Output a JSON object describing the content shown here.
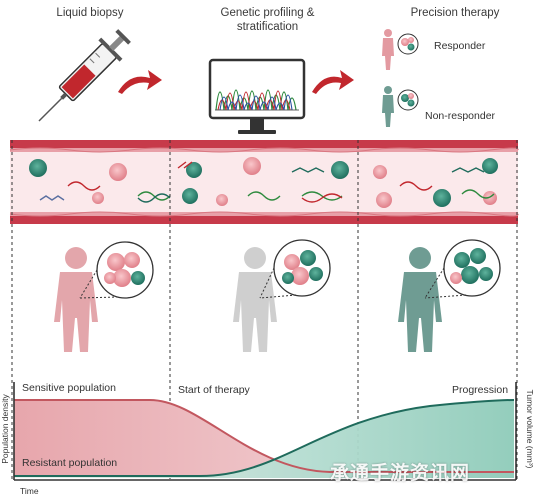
{
  "headers": {
    "col1": "Liquid biopsy",
    "col2_line1": "Genetic profiling &",
    "col2_line2": "stratification",
    "col3": "Precision therapy"
  },
  "legend": {
    "responder": "Responder",
    "non_responder": "Non-responder"
  },
  "graph": {
    "sensitive": "Sensitive population",
    "resistant": "Resistant population",
    "start_therapy": "Start of therapy",
    "progression": "Progression",
    "y_left": "Population density",
    "y_right": "Tumor volume (mm³)",
    "x": "Time"
  },
  "watermark": "承通手游资讯网",
  "colors": {
    "vessel_wall": "#c73a4a",
    "vessel_inner": "#f6d9dc",
    "sensitive_fill": "#e9b3b8",
    "resistant_fill": "#a7d6c8",
    "resistant_line": "#1f6b5c",
    "sensitive_line": "#c2575f"
  }
}
